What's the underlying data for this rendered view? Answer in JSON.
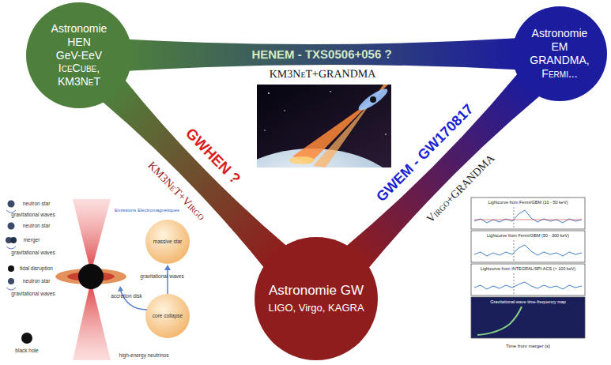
{
  "diagram": {
    "nodes": [
      {
        "text": [
          "Astronomie HEN",
          "GeV-EeV",
          "IceCube, KM3NeT"
        ]
      },
      {
        "text": [
          "Astronomie EM",
          "GRANDMA, Fermi..."
        ]
      },
      {
        "text": [
          "Astronomie GW",
          "LIGO, Virgo, KAGRA"
        ]
      }
    ],
    "edges": [
      {
        "from": 0,
        "to": 1,
        "arrow": "none",
        "label": "HENEM - TXS0506+056 ?"
      },
      {
        "from": 0,
        "to": 2,
        "arrow": "none",
        "label": "GWHEN ?"
      },
      {
        "from": 1,
        "to": 2,
        "arrow": "none",
        "label": "GWEM - GW170817"
      }
    ],
    "labels": [
      "KM3NeT+GRANDMA",
      "KM3NeT+Virgo",
      "Virgo+GRANDMA",
      "neutron star",
      "gravitational waves",
      "neutron star",
      "merger",
      "gravitational waves",
      "tidal disruption",
      "neutron star",
      "gravitational waves",
      "black hole",
      "Emissions Electromagnétiques",
      "high-energy neutrinos",
      "massive star",
      "gravitational waves",
      "core collapse",
      "accretion disk",
      "Lightcurve from Fermi/GBM (10 - 50 keV)",
      "Lightcurve from Fermi/GBM (50 - 300 keV)",
      "Lightcurve from INTEGRAL/SPI-ACS (> 100 keV)",
      "Gravitational-wave time-frequency map",
      "Time from merger (s)"
    ]
  }
}
